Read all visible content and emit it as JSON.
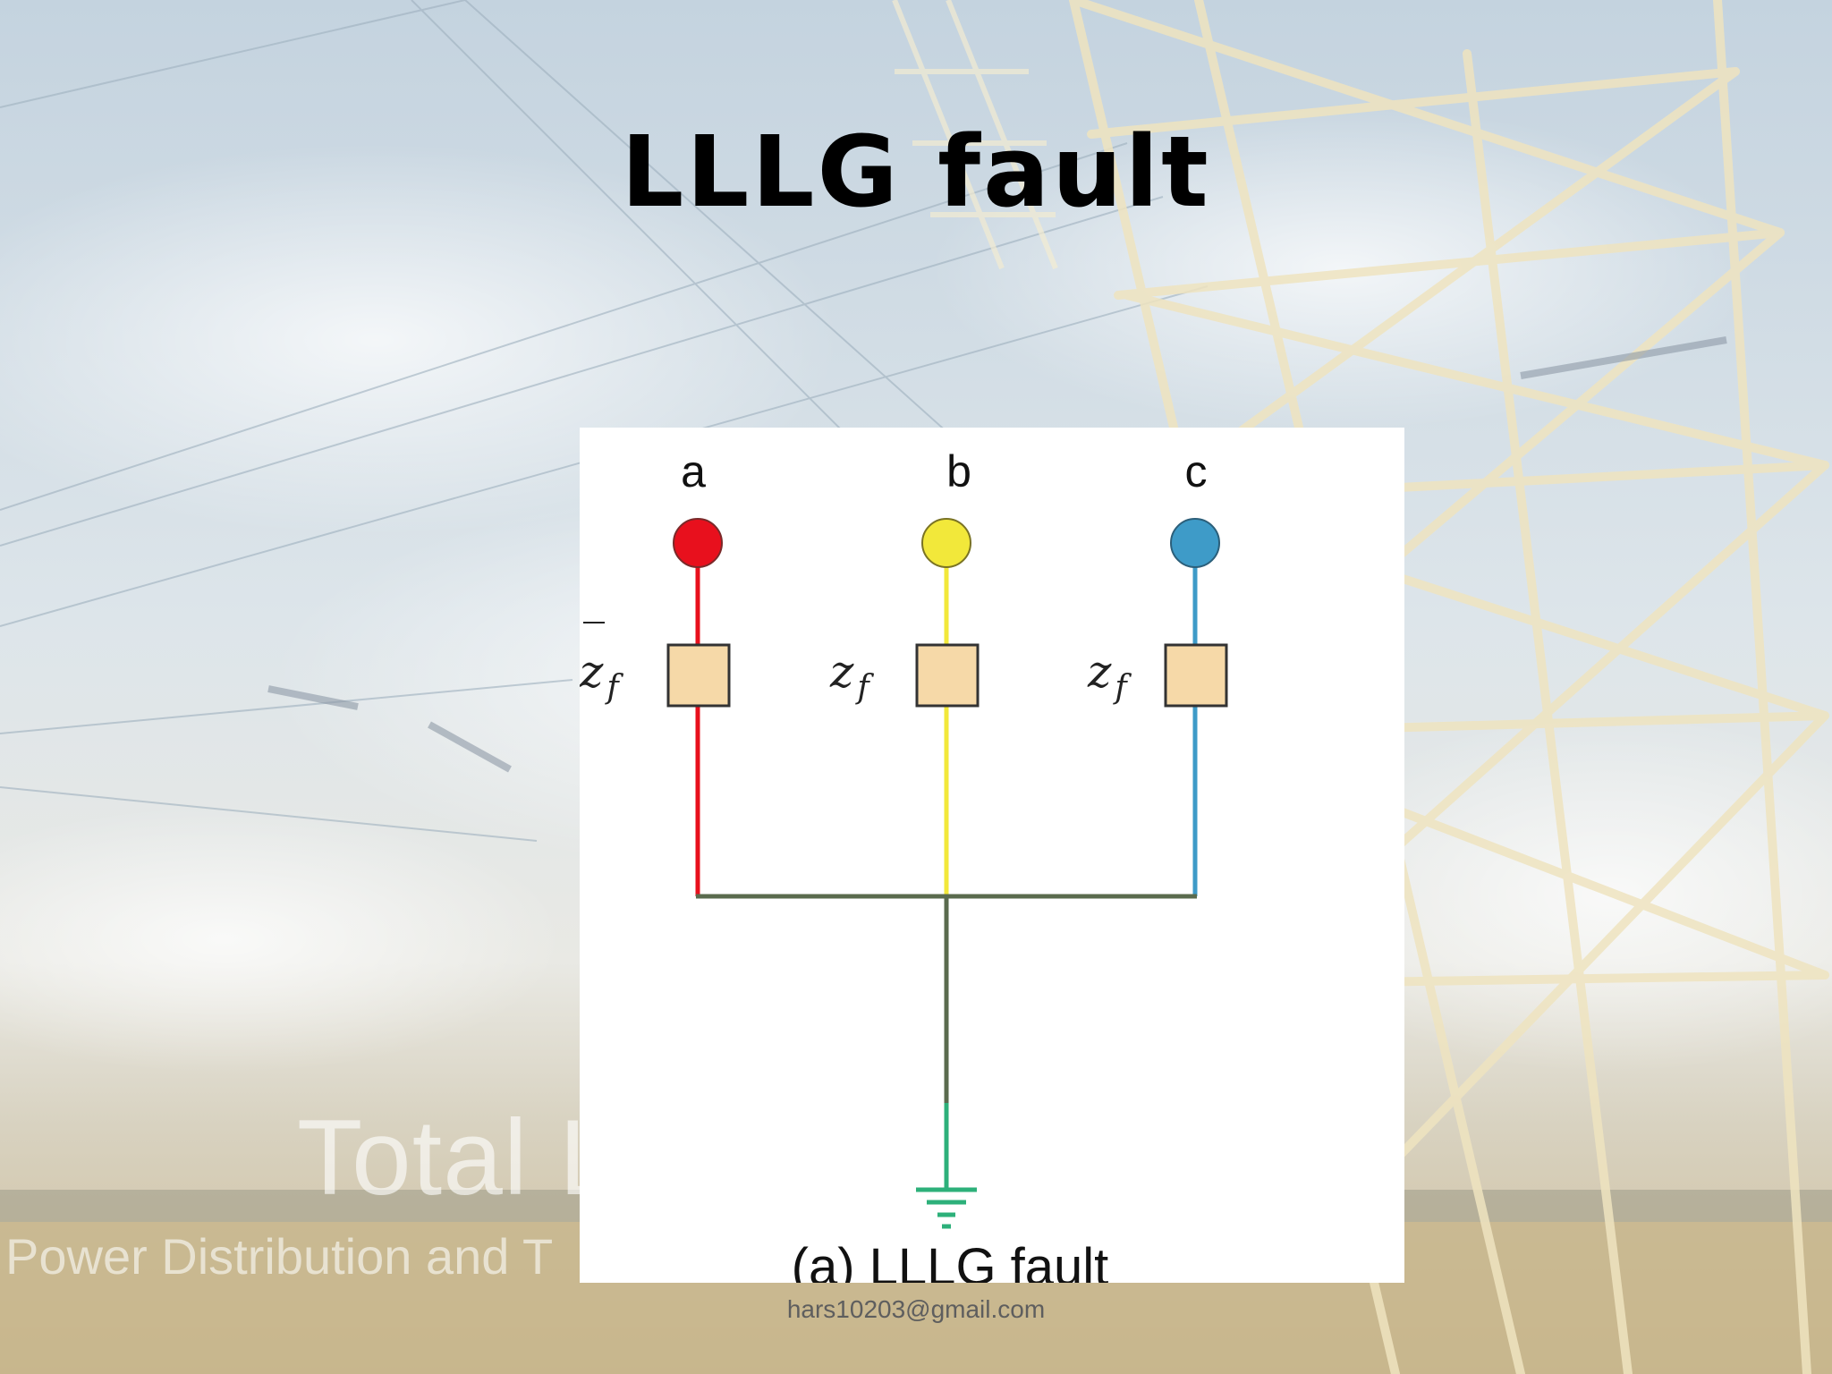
{
  "slide": {
    "title": "LLLG fault",
    "footer": "hars10203@gmail.com",
    "background_text_large": "Total L",
    "background_text_small": "Power Distribution and T"
  },
  "diagram": {
    "phases": [
      {
        "label": "a",
        "color": "#e8101d"
      },
      {
        "label": "b",
        "color": "#f2e83a"
      },
      {
        "label": "c",
        "color": "#3e9bc8"
      }
    ],
    "impedance_label": "z",
    "impedance_subscript": "f",
    "bus_color": "#5a6b4e",
    "ground_color": "#2db07a",
    "impedance_fill": "#f6d9a8",
    "caption": "(a) LLLG fault"
  }
}
